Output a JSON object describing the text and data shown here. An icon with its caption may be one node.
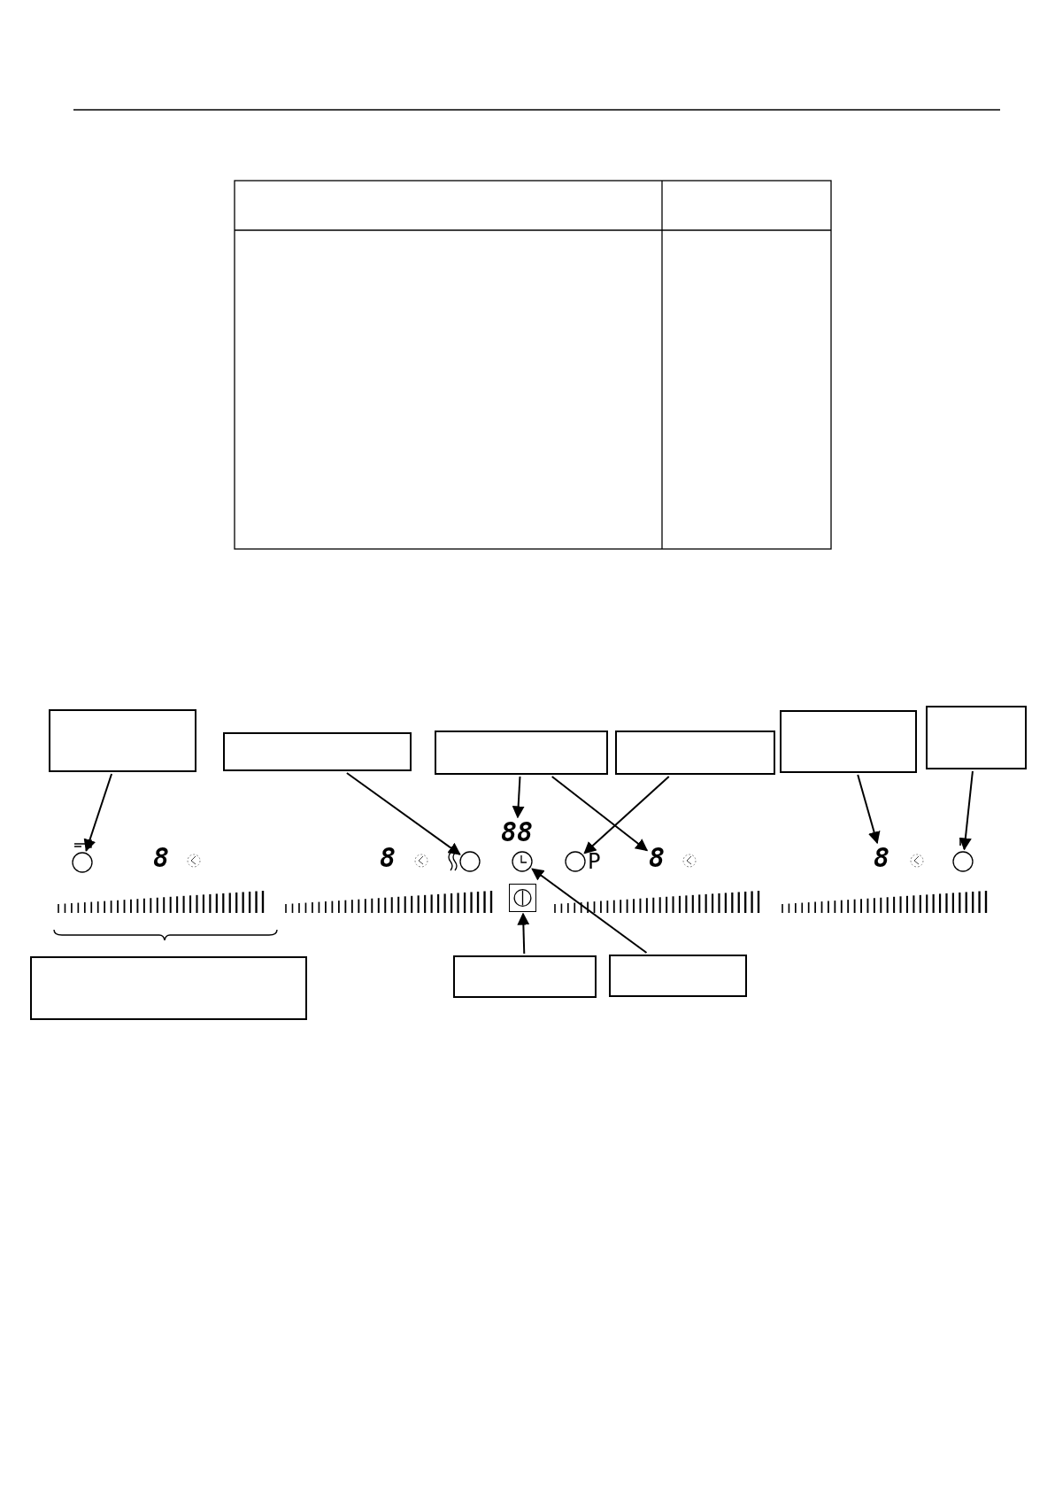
{
  "diagram": {
    "nodes": [
      {
        "text": [],
        "shape": "box"
      },
      {
        "text": [],
        "shape": "box"
      },
      {
        "text": [],
        "shape": "box"
      },
      {
        "text": [],
        "shape": "box"
      },
      {
        "text": [],
        "shape": "box"
      },
      {
        "text": [],
        "shape": "box"
      },
      {
        "text": [
          "88"
        ]
      },
      {
        "text": [],
        "shape": "circle"
      },
      {
        "text": [],
        "shape": "circle"
      },
      {
        "text": [],
        "shape": "circle"
      },
      {
        "text": [],
        "shape": "circle",
        "beside": [
          "P"
        ]
      },
      {
        "text": [
          "8"
        ]
      },
      {
        "text": [
          "8"
        ]
      },
      {
        "text": [],
        "shape": "circle"
      },
      {
        "text": [],
        "shape": "box"
      },
      {
        "text": [],
        "shape": "box"
      },
      {
        "text": [],
        "shape": "box"
      },
      {
        "text": [],
        "shape": "box"
      }
    ],
    "edges": [
      {
        "from": 0,
        "to": 7,
        "arrow": "to"
      },
      {
        "from": 1,
        "to": 8,
        "arrow": "to"
      },
      {
        "from": 2,
        "to": 6,
        "arrow": "to"
      },
      {
        "from": 2,
        "to": 11,
        "arrow": "to"
      },
      {
        "from": 3,
        "to": 10,
        "arrow": "to"
      },
      {
        "from": 4,
        "to": 12,
        "arrow": "to"
      },
      {
        "from": 5,
        "to": 13,
        "arrow": "to"
      },
      {
        "from": 16,
        "to": 14,
        "arrow": "to"
      },
      {
        "from": 17,
        "to": 9,
        "arrow": "to"
      }
    ],
    "labels": [
      "8",
      "8"
    ]
  }
}
